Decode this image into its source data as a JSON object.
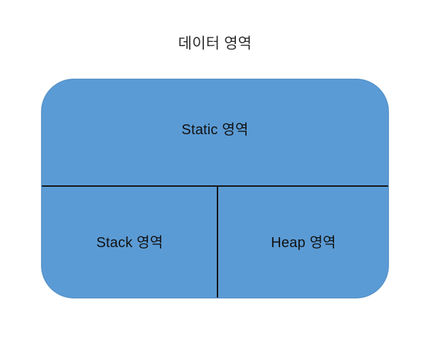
{
  "diagram": {
    "title": "데이터 영역",
    "type": "memory-layout-diagram",
    "colors": {
      "block_fill": "#5B9BD5",
      "block_stroke": "#41719C",
      "divider": "#151515",
      "text": "#111111",
      "title_text": "#2b2b2b",
      "background": "#ffffff"
    },
    "regions": [
      {
        "id": "static",
        "label": "Static 영역",
        "position": "top",
        "span": "full-width"
      },
      {
        "id": "stack",
        "label": "Stack 영역",
        "position": "bottom-left",
        "span": "half-width"
      },
      {
        "id": "heap",
        "label": "Heap 영역",
        "position": "bottom-right",
        "span": "half-width"
      }
    ],
    "dividers": [
      {
        "id": "horizontal",
        "orientation": "horizontal",
        "separates": "Static 영역 / Stack 영역 + Heap 영역"
      },
      {
        "id": "vertical",
        "orientation": "vertical",
        "separates": "Stack 영역 / Heap 영역"
      }
    ]
  }
}
